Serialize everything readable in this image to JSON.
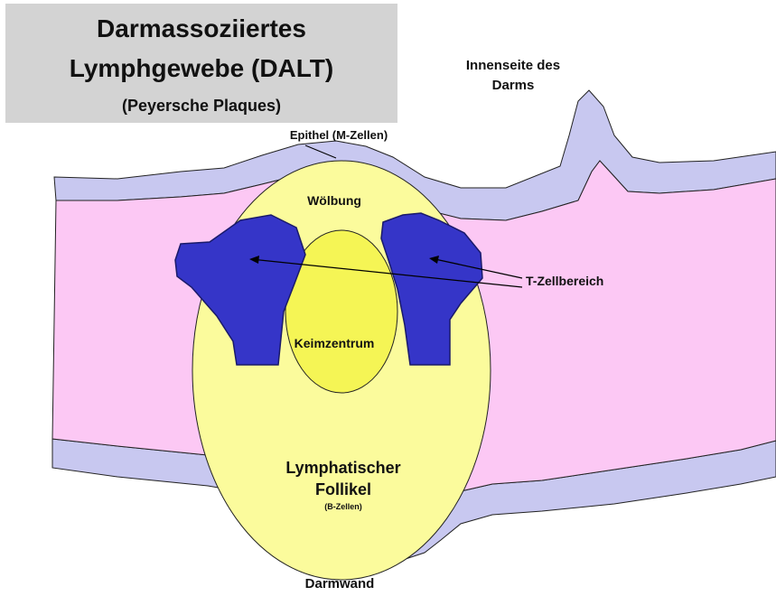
{
  "title": {
    "line1": "Darmassoziiertes",
    "line2": "Lymphgewebe (DALT)",
    "line3": "(Peyersche Plaques)"
  },
  "labels": {
    "lumen_line1": "Innenseite des",
    "lumen_line2": "Darms",
    "epithel": "Epithel (M-Zellen)",
    "dome": "Wölbung",
    "t_zone": "T-Zellbereich",
    "germinal_center": "Keimzentrum",
    "follicle_line1": "Lymphatischer",
    "follicle_line2": "Follikel",
    "b_cells": "(B-Zellen)",
    "gut_wall": "Darmwand"
  },
  "colors": {
    "epithelium": "#c8c8f0",
    "submucosa": "#fcc8f4",
    "follicle": "#fbfb9c",
    "germinal_center": "#f5f555",
    "t_zone": "#3535c8",
    "title_bg": "#d3d3d3"
  }
}
